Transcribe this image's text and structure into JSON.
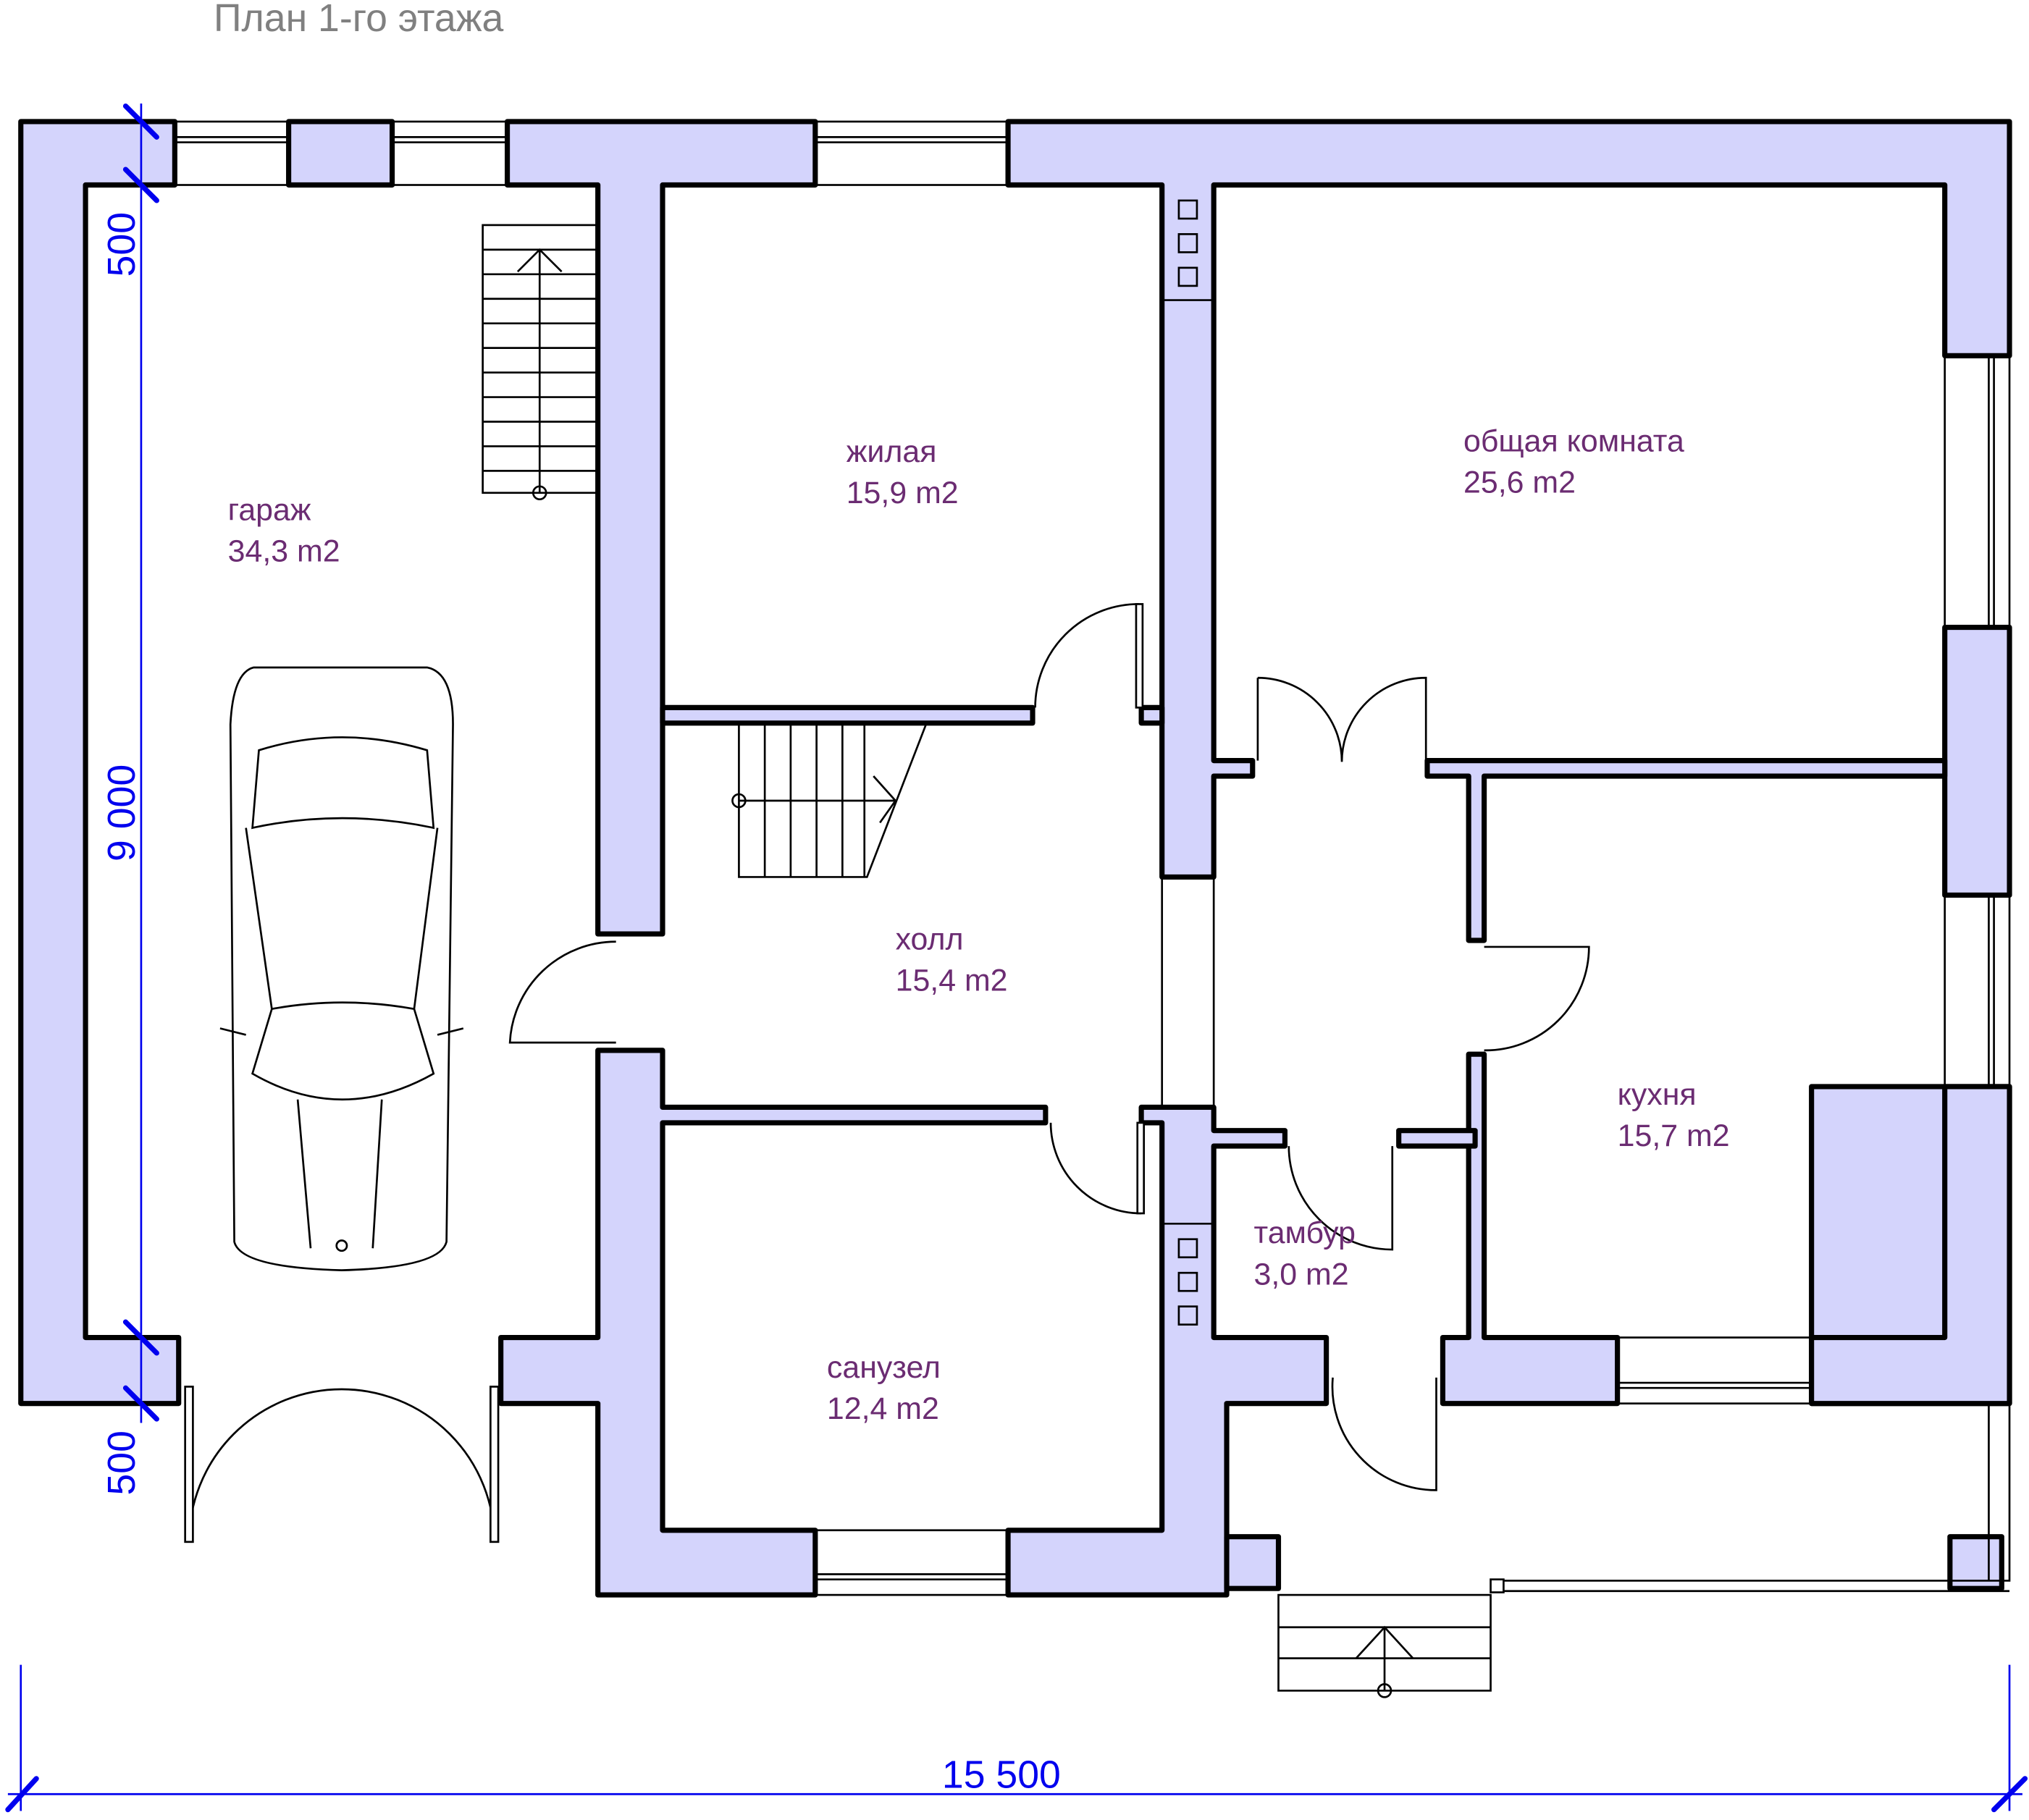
{
  "title": "План 1-го этажа",
  "rooms": [
    {
      "name": "гараж",
      "area": "34,3 m2"
    },
    {
      "name": "жилая",
      "area": "15,9 m2"
    },
    {
      "name": "общая комната",
      "area": "25,6 m2"
    },
    {
      "name": "холл",
      "area": "15,4 m2"
    },
    {
      "name": "кухня",
      "area": "15,7 m2"
    },
    {
      "name": "тамбур",
      "area": "3,0 m2"
    },
    {
      "name": "санузел",
      "area": "12,4 m2"
    }
  ],
  "dimensions": {
    "top_offset": "500",
    "height": "9 000",
    "bottom_offset": "500",
    "width": "15 500"
  },
  "colors": {
    "wall_fill": "#d4d4fc",
    "room_text": "#6b2c72",
    "dimension": "#0000ee"
  }
}
